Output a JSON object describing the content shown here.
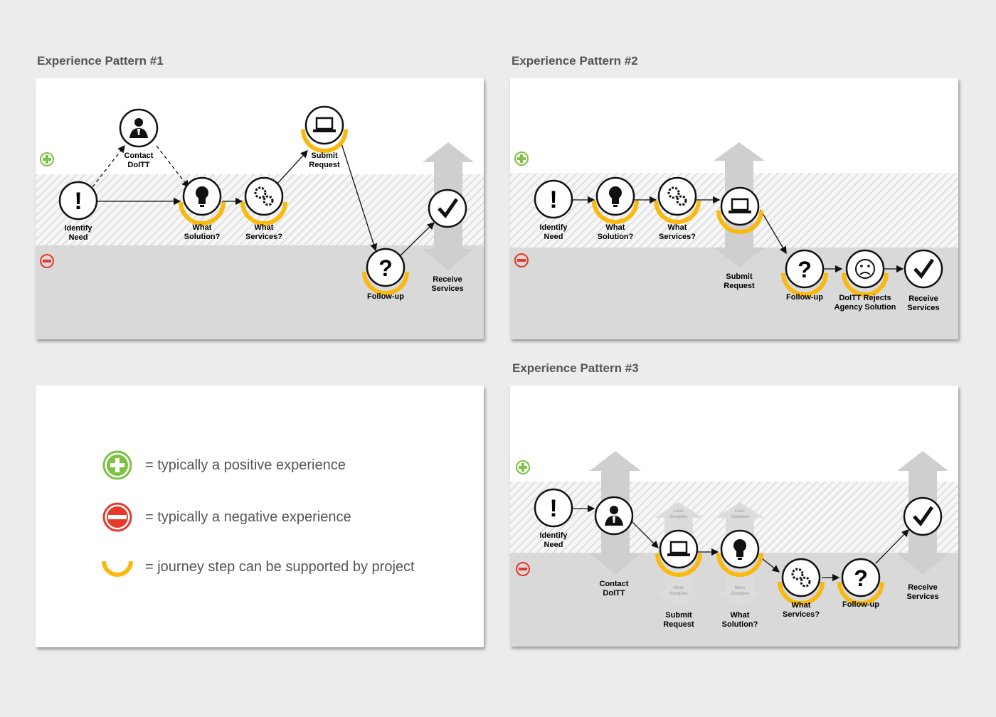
{
  "colors": {
    "positive": "#7dc242",
    "negative": "#e8392b",
    "support_arc": "#f9b90f",
    "band": "#d9d9d9",
    "hatch": "#e2e2e2",
    "arrow": "#cfcfcf"
  },
  "pattern1": {
    "title": "Experience Pattern #1",
    "steps": {
      "identify": [
        "Identify",
        "Need"
      ],
      "contact": [
        "Contact",
        "DoITT"
      ],
      "solution": [
        "What",
        "Solution?"
      ],
      "services": [
        "What",
        "Services?"
      ],
      "submit": [
        "Submit",
        "Request"
      ],
      "followup": [
        "Follow-up"
      ],
      "receive": [
        "Receive",
        "Services"
      ]
    }
  },
  "pattern2": {
    "title": "Experience Pattern #2",
    "steps": {
      "identify": [
        "Identify",
        "Need"
      ],
      "solution": [
        "What",
        "Solution?"
      ],
      "services": [
        "What",
        "Services?"
      ],
      "submit": [
        "Submit",
        "Request"
      ],
      "followup": [
        "Follow-up"
      ],
      "rejects": [
        "DoITT Rejects",
        "Agency Solution"
      ],
      "receive": [
        "Receive",
        "Services"
      ]
    }
  },
  "pattern3": {
    "title": "Experience Pattern #3",
    "steps": {
      "identify": [
        "Identify",
        "Need"
      ],
      "contact": [
        "Contact",
        "DoITT"
      ],
      "submit": [
        "Submit",
        "Request"
      ],
      "solution": [
        "What",
        "Solution?"
      ],
      "services": [
        "What",
        "Services?"
      ],
      "followup": [
        "Follow-up"
      ],
      "receive": [
        "Receive",
        "Services"
      ]
    },
    "less_complex": [
      "Less",
      "Complex"
    ],
    "more_complex": [
      "More",
      "Complex"
    ]
  },
  "legend": {
    "positive": "= typically a positive experience",
    "negative": "= typically a negative experience",
    "support": "= journey step can be supported by project"
  }
}
